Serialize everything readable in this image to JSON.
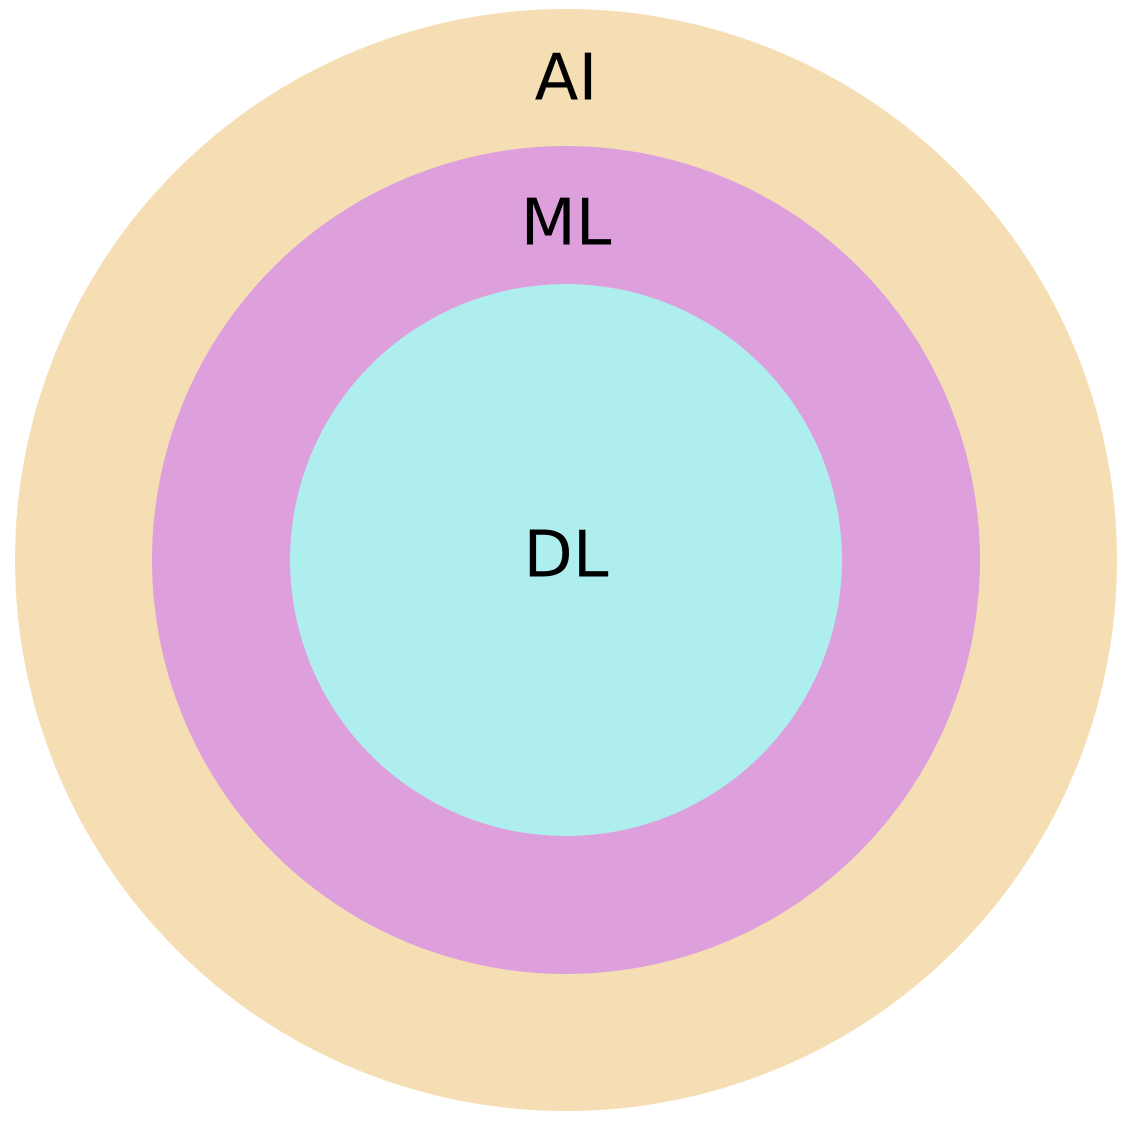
{
  "rings": [
    {
      "id": "ai",
      "label": "AI",
      "color": "#F5DEB3"
    },
    {
      "id": "ml",
      "label": "ML",
      "color": "#DDA0DD"
    },
    {
      "id": "dl",
      "label": "DL",
      "color": "#AFEEEE"
    }
  ]
}
